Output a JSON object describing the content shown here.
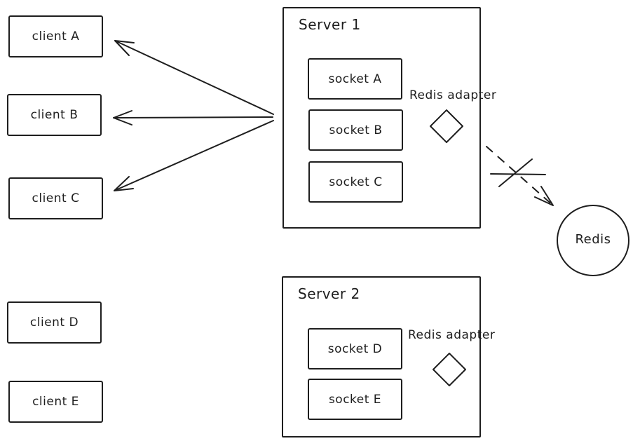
{
  "palette": {
    "ink": "#1e1e1e",
    "background": "#ffffff"
  },
  "clients": [
    {
      "label": "client A"
    },
    {
      "label": "client B"
    },
    {
      "label": "client C"
    },
    {
      "label": "client D"
    },
    {
      "label": "client E"
    }
  ],
  "servers": [
    {
      "title": "Server 1",
      "adapter_label": "Redis adapter",
      "sockets": [
        {
          "label": "socket A"
        },
        {
          "label": "socket B"
        },
        {
          "label": "socket C"
        }
      ]
    },
    {
      "title": "Server 2",
      "adapter_label": "Redis adapter",
      "sockets": [
        {
          "label": "socket D"
        },
        {
          "label": "socket E"
        }
      ]
    }
  ],
  "redis": {
    "label": "Redis"
  }
}
